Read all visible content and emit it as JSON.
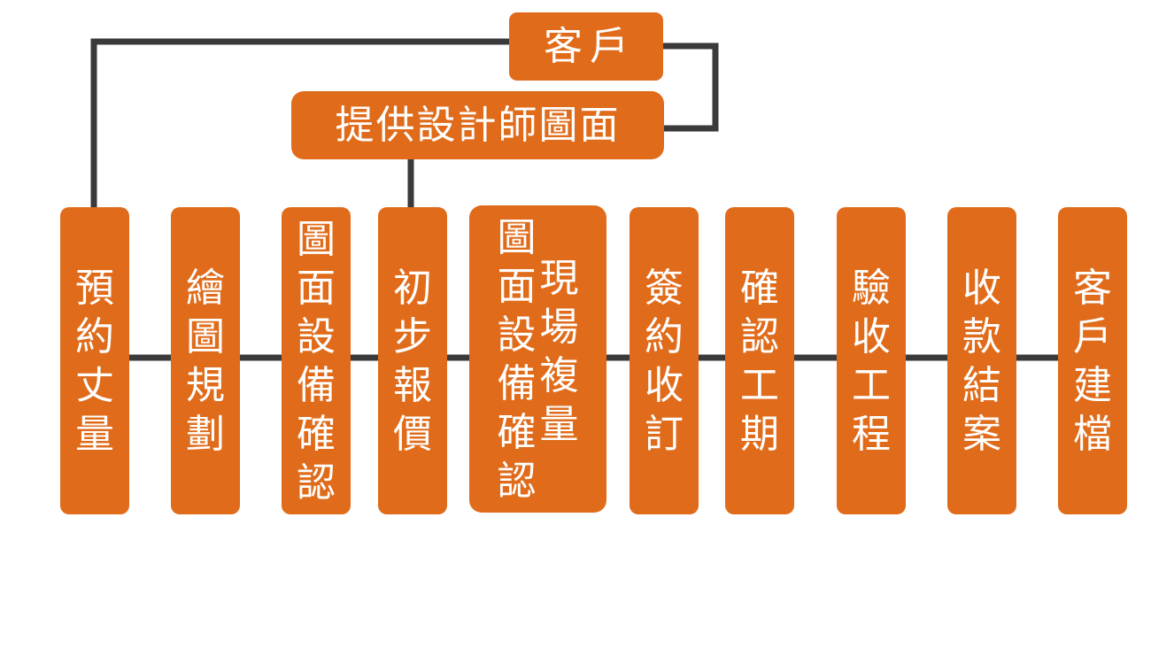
{
  "colors": {
    "box_fill": "#e06c1b",
    "box_text": "#ffffff",
    "connector": "#3a3a3a",
    "background": "#ffffff"
  },
  "top": {
    "client": "客戶",
    "provide_drawings": "提供設計師圖面"
  },
  "steps": [
    {
      "label": "預約丈量",
      "columns": [
        "預約丈量"
      ]
    },
    {
      "label": "繪圖規劃",
      "columns": [
        "繪圖規劃"
      ]
    },
    {
      "label": "圖面設備確認",
      "columns": [
        "圖面設備確認"
      ]
    },
    {
      "label": "初步報價",
      "columns": [
        "初步報價"
      ]
    },
    {
      "label": "現場複量圖面設備確認",
      "columns": [
        "現場複量",
        "圖面設備確認"
      ]
    },
    {
      "label": "簽約收訂",
      "columns": [
        "簽約收訂"
      ]
    },
    {
      "label": "確認工期",
      "columns": [
        "確認工期"
      ]
    },
    {
      "label": "驗收工程",
      "columns": [
        "驗收工程"
      ]
    },
    {
      "label": "收款結案",
      "columns": [
        "收款結案"
      ]
    },
    {
      "label": "客戶建檔",
      "columns": [
        "客戶建檔"
      ]
    }
  ]
}
